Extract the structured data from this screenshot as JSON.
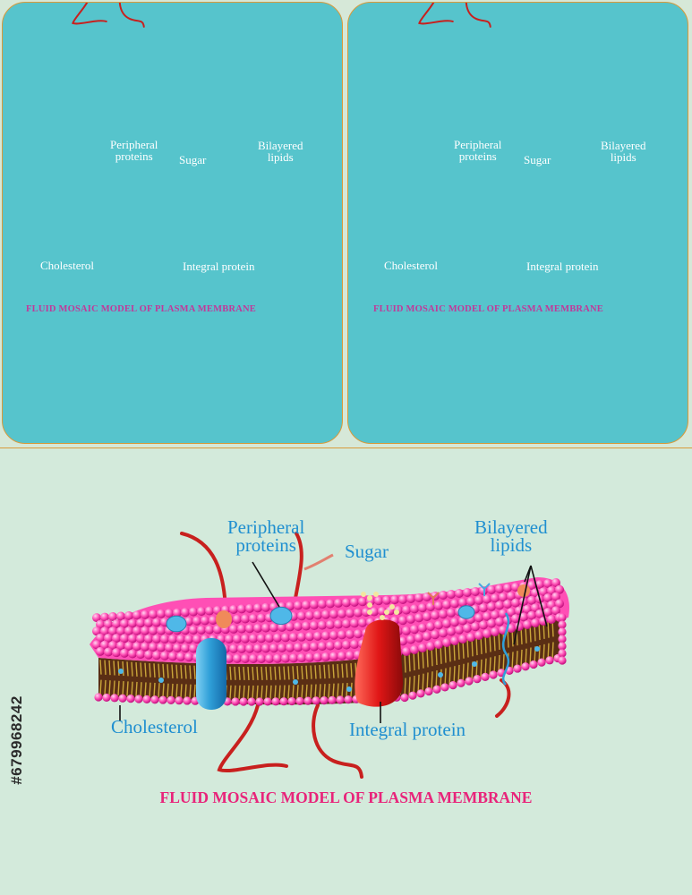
{
  "labels": {
    "peripheral": "Peripheral\nproteins",
    "sugar": "Sugar",
    "bilayered": "Bilayered\nlipids",
    "cholesterol": "Cholesterol",
    "integral": "Integral protein"
  },
  "caption": "FLUID MOSAIC MODEL OF PLASMA MEMBRANE",
  "side_id": "#679968242",
  "colors": {
    "panel_bg": "#56c4cc",
    "panel_border": "#d99a3a",
    "bottom_bg": "#d3eadb",
    "head_bead": "#ff4fb5",
    "tail": "#c9a53a",
    "core": "#5a2e14",
    "cholesterol": "#2f9fd8",
    "integral_protein": "#e01616",
    "peripheral_protein": "#4fb8e8",
    "protein_chain": "#c8201e",
    "label_white": "#ffffff",
    "label_blue": "#1f8fd0",
    "caption_small": "#c0399a",
    "caption_large": "#e8247a"
  }
}
